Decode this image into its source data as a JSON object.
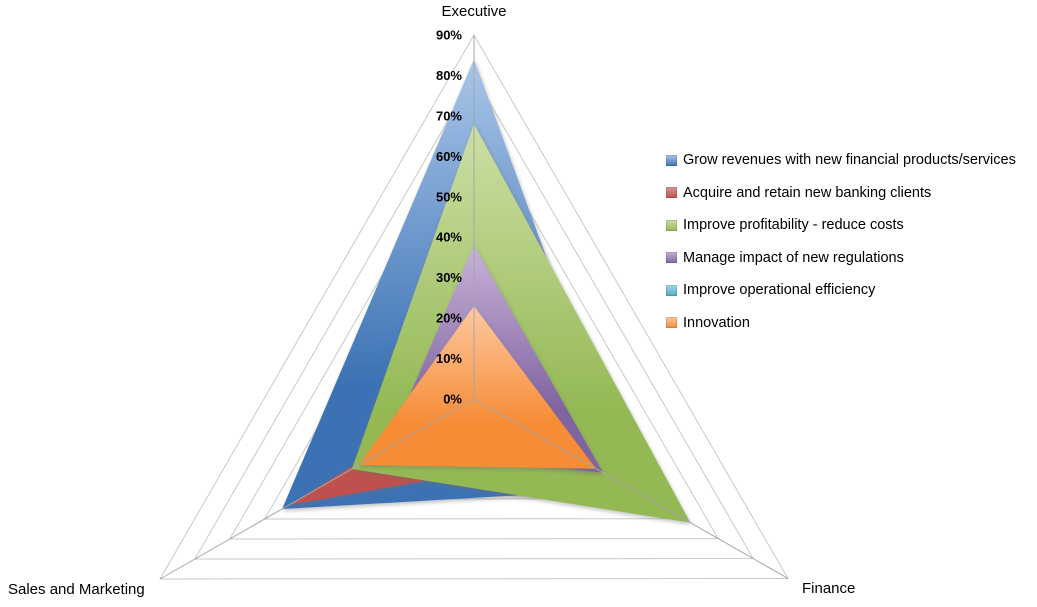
{
  "chart_data": {
    "type": "radar",
    "title": "",
    "axes": [
      "Executive",
      "Finance",
      "Sales and Marketing"
    ],
    "scale_min": 0,
    "scale_max": 90,
    "scale_step": 10,
    "unit": "%",
    "tick_labels": [
      "0%",
      "10%",
      "20%",
      "30%",
      "40%",
      "50%",
      "60%",
      "70%",
      "80%",
      "90%"
    ],
    "grid": true,
    "legend_position": "right",
    "series": [
      {
        "name": "Grow revenues with new financial products/services",
        "color": "#3C72B4",
        "color_light": "#A9C6E9",
        "values": [
          84,
          45,
          55
        ]
      },
      {
        "name": "Acquire and retain new banking clients",
        "color": "#C0504D",
        "color_light": "#D99694",
        "values": [
          2,
          28,
          53
        ]
      },
      {
        "name": "Improve profitability - reduce costs",
        "color": "#94B954",
        "color_light": "#CCDFA5",
        "values": [
          68,
          62,
          35
        ]
      },
      {
        "name": "Manage impact of new regulations",
        "color": "#8064A2",
        "color_light": "#C8B2D8",
        "values": [
          38,
          37,
          25
        ]
      },
      {
        "name": "Improve operational efficiency",
        "color": "#4BACC6",
        "color_light": "#A8D8E7",
        "values": [
          20,
          30,
          30
        ]
      },
      {
        "name": "Innovation",
        "color": "#F68C36",
        "color_light": "#FCC9A0",
        "values": [
          23,
          35,
          33
        ]
      }
    ]
  }
}
